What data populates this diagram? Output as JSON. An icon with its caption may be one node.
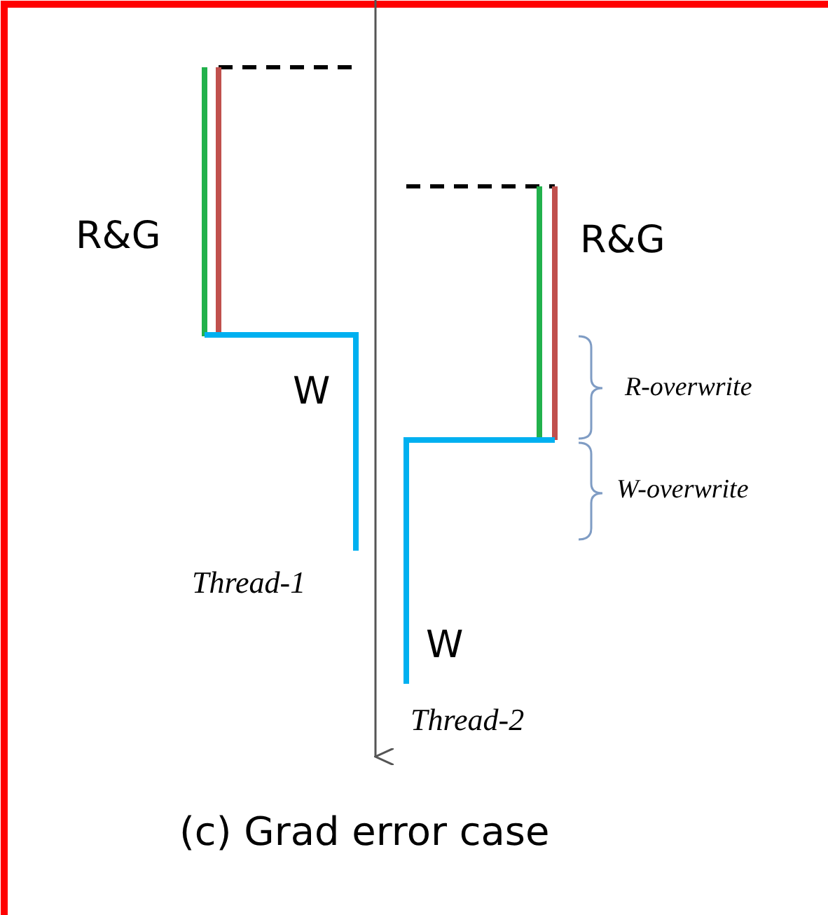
{
  "diagram": {
    "caption": "(c) Grad error case",
    "labels": [
      "R&G",
      "W",
      "Thread-1",
      "R&G",
      "R-overwrite",
      "W-overwrite",
      "W",
      "Thread-2"
    ]
  }
}
